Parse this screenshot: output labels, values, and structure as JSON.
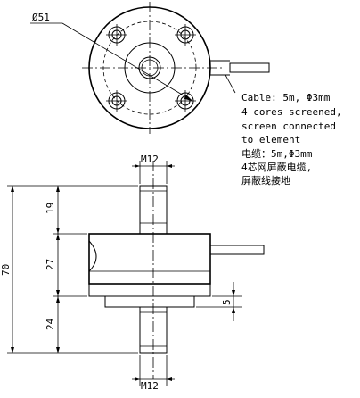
{
  "top_view": {
    "diameter_label": "Ø51"
  },
  "cable_note": {
    "lines": [
      "Cable: 5m, Φ3mm",
      "4 cores screened,",
      "screen connected",
      "to element",
      "电缆：5m,Φ3mm",
      "4芯网屏蔽电缆,",
      "屏蔽线接地"
    ]
  },
  "front_view": {
    "thread_top_label": "M12",
    "thread_bottom_label": "M12",
    "dim_total": "70",
    "dim_upper_thread": "19",
    "dim_body": "27",
    "dim_lower_thread": "24",
    "dim_flange": "5"
  }
}
